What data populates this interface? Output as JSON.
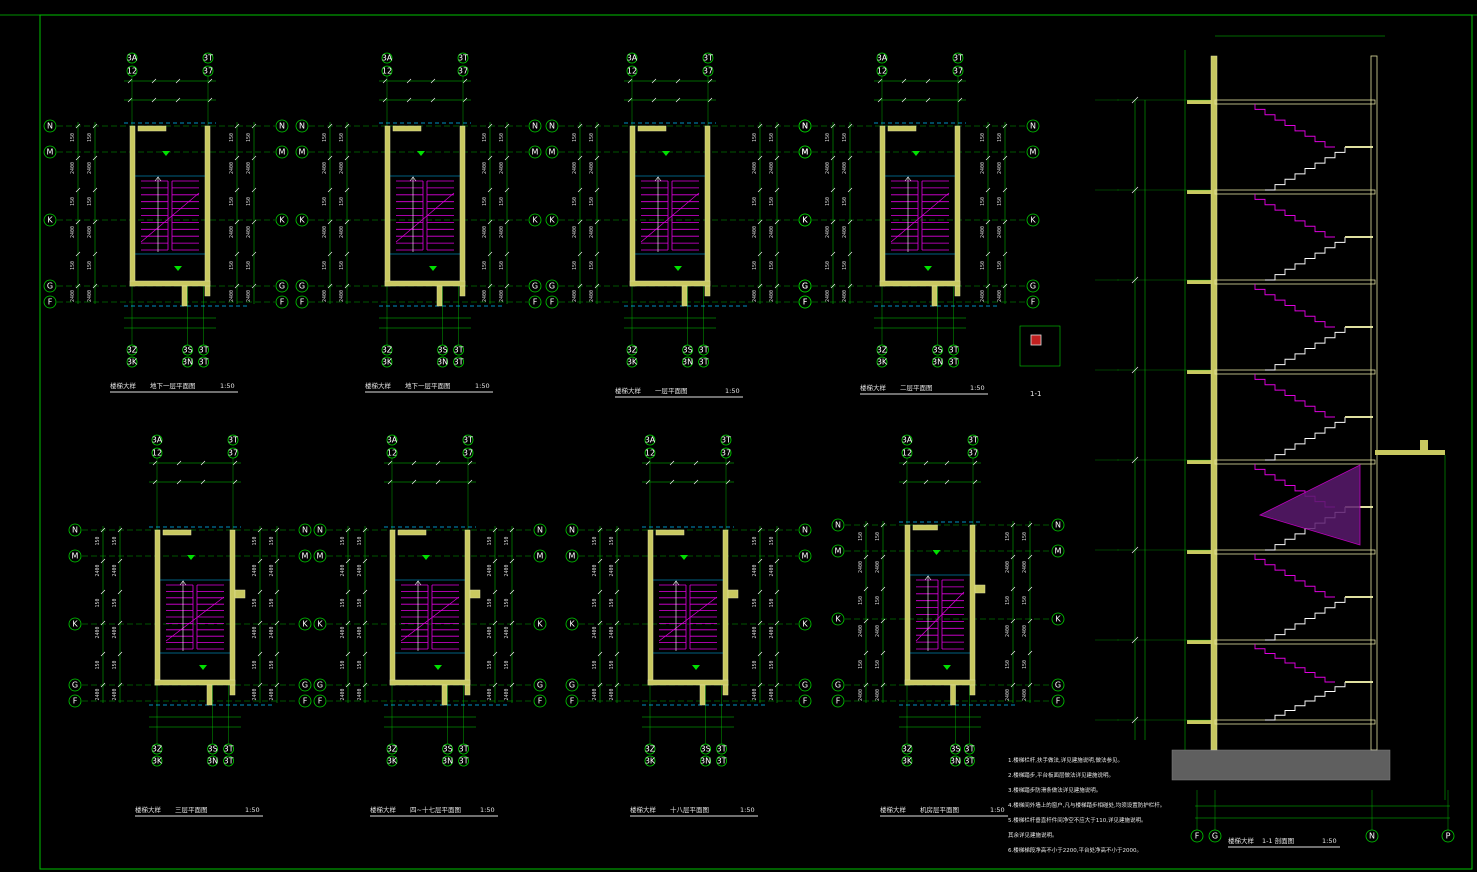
{
  "colors": {
    "background": "#000000",
    "frame": "#00c000",
    "wall_fill": "#c8c860",
    "wall_edge": "#e0e0a0",
    "stair_lines": "#e000e0",
    "dim_lines": "#00d000",
    "hidden_lines": "#00c0ff",
    "text": "#e6e6e6"
  },
  "axis_labels": [
    "N",
    "M",
    "K",
    "G",
    "F"
  ],
  "plans": [
    {
      "name": "plan-basement-2",
      "title": "楼梯大样",
      "subtitle": "地下一层平面图",
      "scale": "1:50"
    },
    {
      "name": "plan-basement-1",
      "title": "楼梯大样",
      "subtitle": "地下一层平面图",
      "scale": "1:50"
    },
    {
      "name": "plan-floor-1",
      "title": "楼梯大样",
      "subtitle": "一层平面图",
      "scale": "1:50"
    },
    {
      "name": "plan-floor-2",
      "title": "楼梯大样",
      "subtitle": "二层平面图",
      "scale": "1:50"
    },
    {
      "name": "plan-floor-3",
      "title": "楼梯大样",
      "subtitle": "三层平面图",
      "scale": "1:50"
    },
    {
      "name": "plan-floor-4-17",
      "title": "楼梯大样",
      "subtitle": "四~十七层平面图",
      "scale": "1:50"
    },
    {
      "name": "plan-floor-18",
      "title": "楼梯大样",
      "subtitle": "十八层平面图",
      "scale": "1:50"
    },
    {
      "name": "plan-roof",
      "title": "楼梯大样",
      "subtitle": "机房层平面图",
      "scale": "1:50"
    }
  ],
  "detail_1_1": {
    "label": "1-1"
  },
  "section": {
    "title": "楼梯大样",
    "subtitle": "1-1 剖面图",
    "scale": "1:50",
    "bottom_axes": [
      "F",
      "G",
      "N",
      "P"
    ]
  },
  "notes": [
    "1.楼梯栏杆,扶手做法,详见建施说明,做法参见。",
    "2.楼梯踏步,平台板面层做法详见建施说明。",
    "3.楼梯踏步防滑条做法详见建施说明。",
    "4.楼梯间外墙上的窗户,凡与楼梯踏步相碰处,均须设置防护栏杆。",
    "5.楼梯栏杆垂直杆件间净空不应大于110,详见建施说明。",
    "其余详见建施说明。",
    "6.楼梯梯段净高不小于2200,平台处净高不小于2000。"
  ]
}
